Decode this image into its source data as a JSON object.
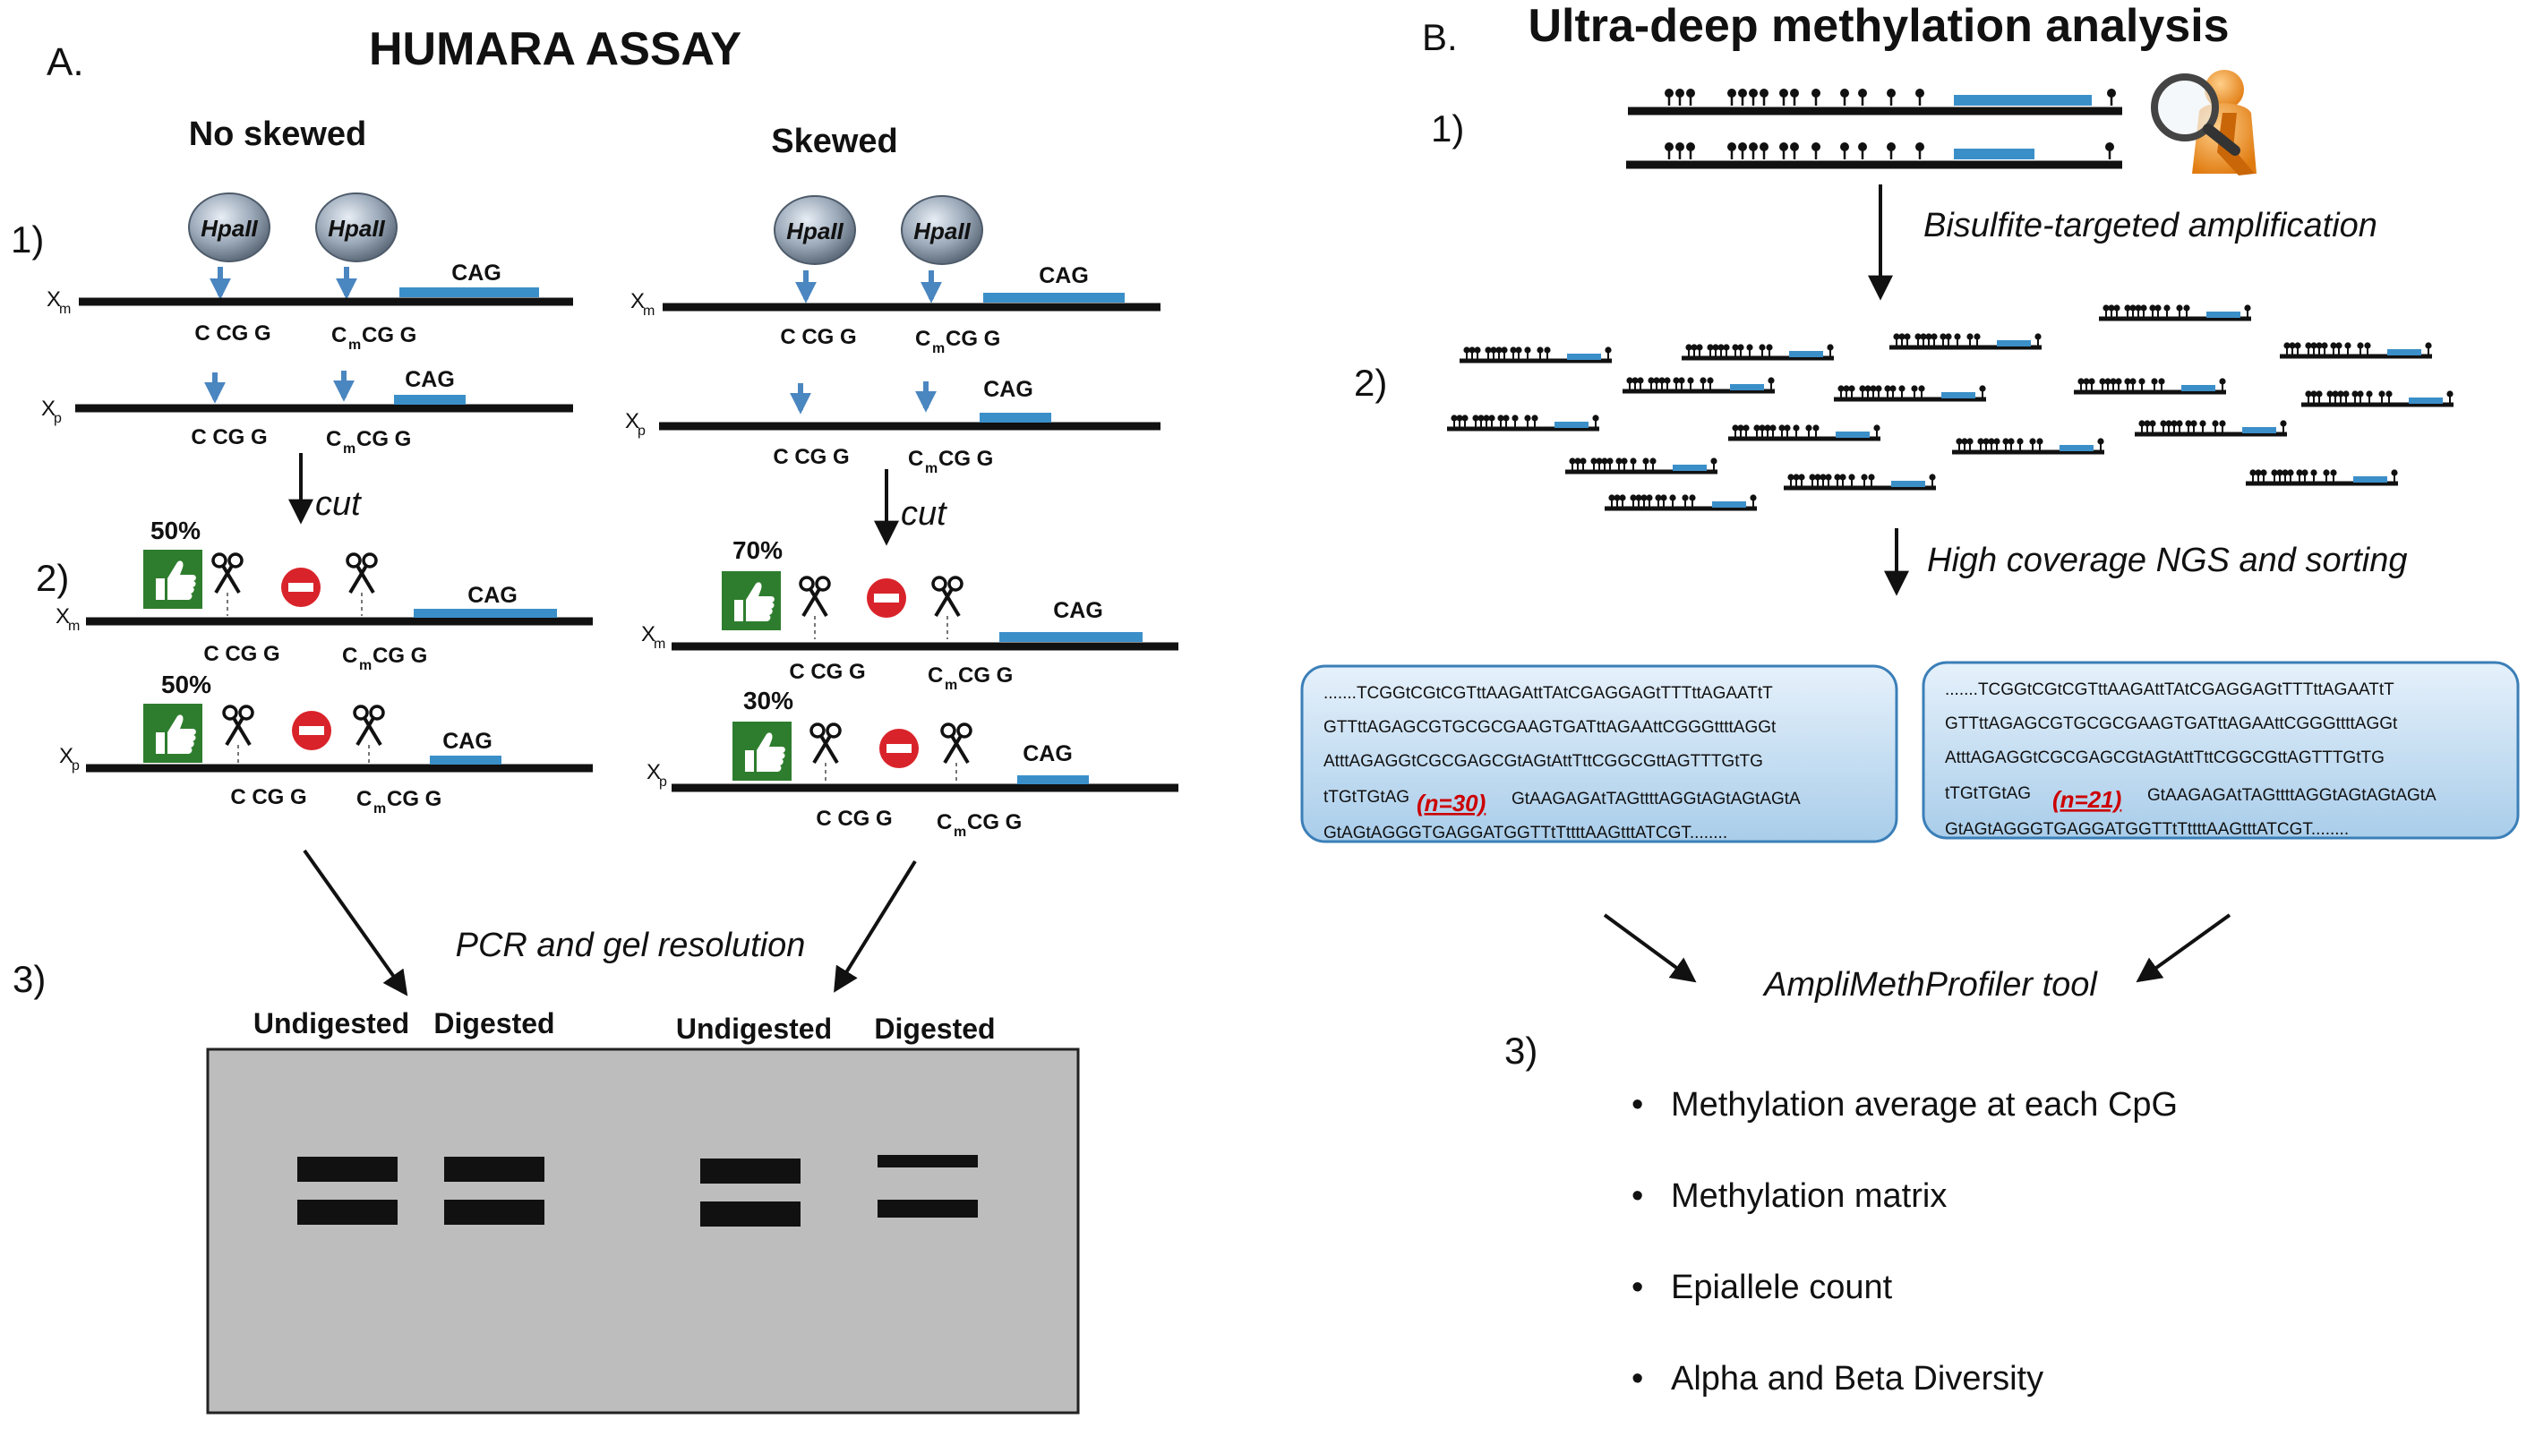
{
  "panel_a": {
    "label": "A.",
    "title": "HUMARA ASSAY",
    "step1": "1)",
    "step2": "2)",
    "step3": "3)",
    "no_skewed": {
      "title": "No skewed",
      "enzyme": "HpaII",
      "cag": "CAG",
      "xm": "X",
      "xm_sub": "m",
      "xp": "X",
      "xp_sub": "p",
      "site1": "C CG G",
      "site2_a": "C",
      "site2_sub": "m",
      "site2_b": "CG G",
      "cut": "cut",
      "pct_xm": "50%",
      "pct_xp": "50%"
    },
    "skewed": {
      "title": "Skewed",
      "enzyme": "HpaII",
      "cag": "CAG",
      "xm": "X",
      "xm_sub": "m",
      "xp": "X",
      "xp_sub": "p",
      "site1": "C CG G",
      "site2_a": "C",
      "site2_sub": "m",
      "site2_b": "CG G",
      "cut": "cut",
      "pct_xm": "70%",
      "pct_xp": "30%"
    },
    "pcr_label": "PCR and gel resolution",
    "gel_labels": [
      "Undigested",
      "Digested",
      "Undigested",
      "Digested"
    ]
  },
  "panel_b": {
    "label": "B.",
    "title": "Ultra-deep methylation analysis",
    "step1": "1)",
    "step2": "2)",
    "step3": "3)",
    "arrow1_label": "Bisulfite-targeted amplification",
    "arrow2_label": "High coverage NGS and sorting",
    "seq_left": {
      "line1": ".......TCGGtCGtCGTttAAGAttTAtCGAGGAGtTTTttAGAATtT",
      "line2": "GTTttAGAGCGTGCGCGAAGTGATttAGAAttCGGGttttAGGt",
      "line3": "AtttAGAGGtCGCGAGCGtAGtAttTttCGGCGttAGTTTGtTG",
      "line4a": "tTGtTGtAG",
      "repeat": "(n=30)",
      "line4b": "GtAAGAGAtTAGttttAGGtAGtAGtAGtA",
      "line5": "GtAGtAGGGTGAGGATGGTTtTttttAAGtttATCGT........"
    },
    "seq_right": {
      "line1": ".......TCGGtCGtCGTttAAGAttTAtCGAGGAGtTTTttAGAATtT",
      "line2": "GTTttAGAGCGTGCGCGAAGTGATttAGAAttCGGGttttAGGt",
      "line3": "AtttAGAGGtCGCGAGCGtAGtAttTttCGGCGttAGTTTGtTG",
      "line4a": "tTGtTGtAG",
      "repeat": "(n=21)",
      "line4b": "GtAAGAGAtTAGttttAGGtAGtAGtAGtA",
      "line5": "GtAGtAGGGTGAGGATGGTTtTttttAAGtttATCGT........"
    },
    "tool_label": "AmpliMethProfiler tool",
    "outputs": [
      "Methylation average at each CpG",
      "Methylation matrix",
      "Epiallele count",
      "Alpha and Beta Diversity"
    ]
  },
  "colors": {
    "cag_bar": "#3b8fc9",
    "arrow_blue": "#4a86c0",
    "thumb_green": "#2e7d2e",
    "stop_red": "#d9232a",
    "gel_bg": "#bdbdbd",
    "seq_box": "#cfe4f5",
    "repeat_red": "#cc0000",
    "repeat_blue": "#1f4fa0"
  }
}
